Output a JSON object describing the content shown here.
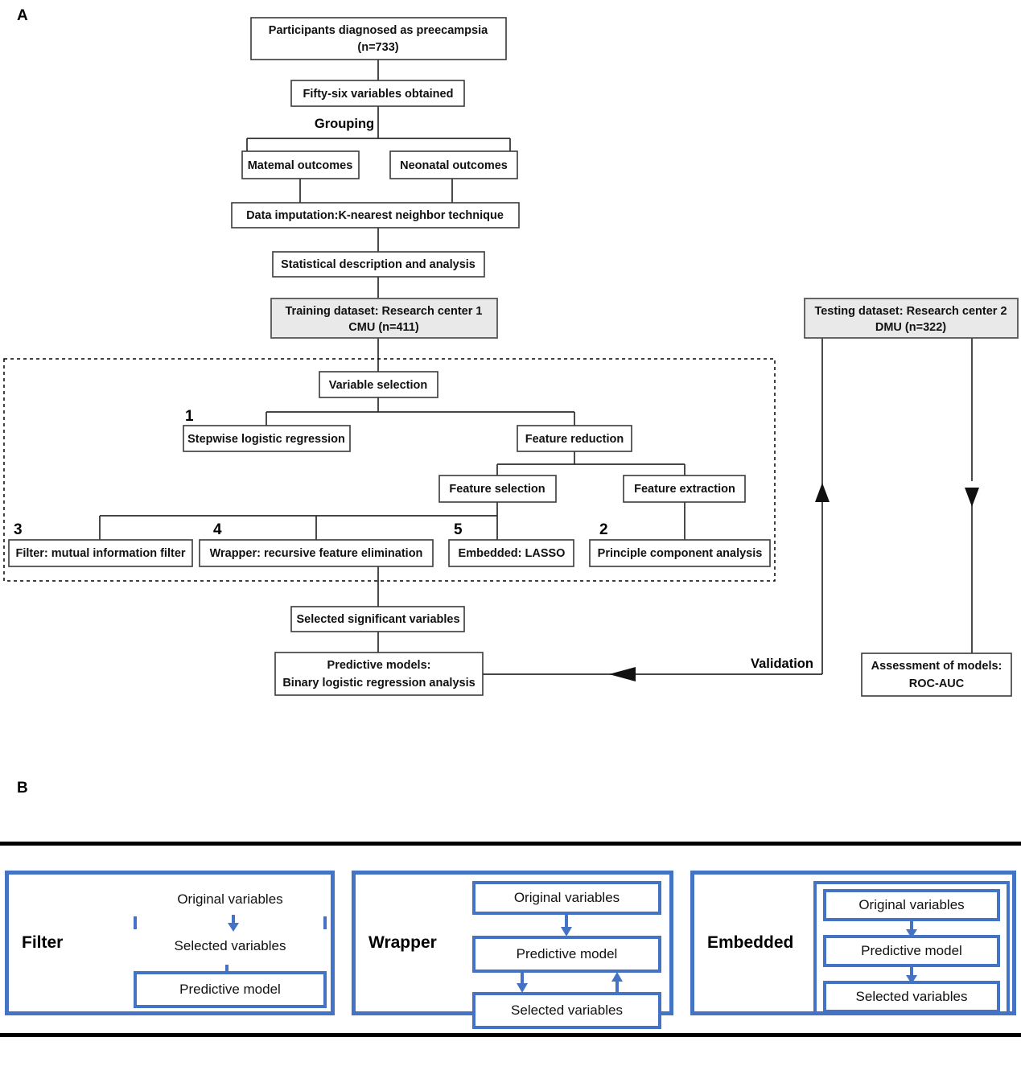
{
  "panels": {
    "a_letter": "A",
    "b_letter": "B"
  },
  "panelA": {
    "nodes": {
      "participants": "Participants diagnosed as preecampsia",
      "participants_n": "(n=733)",
      "fiftysix": "Fifty-six variables obtained",
      "grouping": "Grouping",
      "maternal": "Matemal outcomes",
      "neonatal": "Neonatal outcomes",
      "imputation": "Data imputation:K-nearest neighbor technique",
      "statistical": "Statistical description and analysis",
      "training_l1": "Training dataset: Research center 1",
      "training_l2": "CMU (n=411)",
      "testing_l1": "Testing dataset: Research center 2",
      "testing_l2": "DMU (n=322)",
      "variable_selection": "Variable selection",
      "stepwise": "Stepwise logistic regression",
      "feature_reduction": "Feature reduction",
      "feature_selection": "Feature selection",
      "feature_extraction": "Feature extraction",
      "filter": "Filter: mutual information filter",
      "wrapper": "Wrapper: recursive feature elimination",
      "embedded": "Embedded: LASSO",
      "pca": "Principle component analysis",
      "selected_sig": "Selected significant variables",
      "predictive_l1": "Predictive models:",
      "predictive_l2": "Binary logistic regression analysis",
      "assessment_l1": "Assessment of models:",
      "assessment_l2": "ROC-AUC",
      "validation": "Validation"
    },
    "numbers": {
      "stepwise": "1",
      "pca": "2",
      "filter": "3",
      "wrapper": "4",
      "embedded": "5"
    },
    "colors": {
      "shaded_fill": "#e9e9e9",
      "stroke": "#2b2b2b"
    }
  },
  "panelB": {
    "accent": "#4472C4",
    "cards": [
      {
        "name": "Filter",
        "boxes": {
          "original": "Original variables",
          "selected": "Selected variables",
          "predictive": "Predictive model"
        }
      },
      {
        "name": "Wrapper",
        "boxes": {
          "original": "Original variables",
          "predictive": "Predictive model",
          "selected": "Selected variables"
        }
      },
      {
        "name": "Embedded",
        "boxes": {
          "original": "Original variables",
          "predictive": "Predictive model",
          "selected": "Selected variables"
        }
      }
    ]
  }
}
